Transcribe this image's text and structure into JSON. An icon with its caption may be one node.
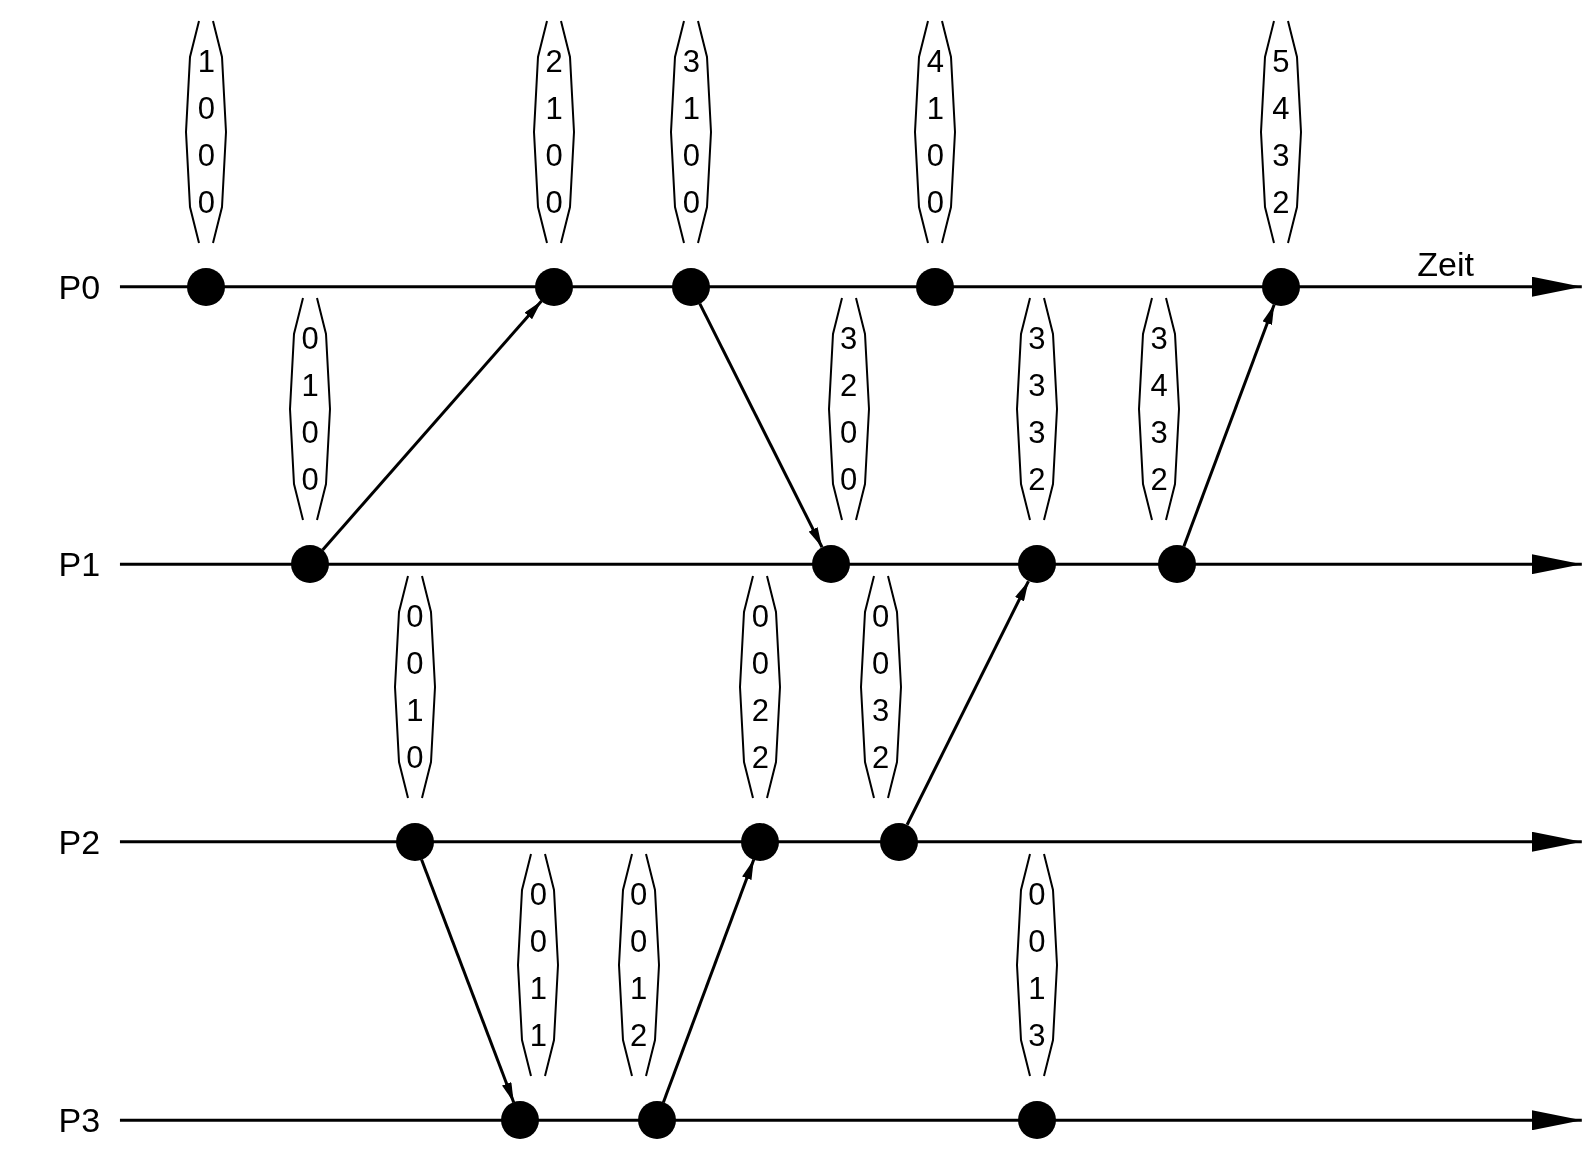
{
  "diagram": {
    "nodes": [
      {
        "text": [
          "1 0 0 0"
        ]
      },
      {
        "text": [],
        "shape": "circle"
      },
      {
        "text": [
          "2 1 0 0"
        ]
      },
      {
        "text": [],
        "shape": "circle"
      },
      {
        "text": [
          "3 1 0 0"
        ]
      },
      {
        "text": [],
        "shape": "circle"
      },
      {
        "text": [
          "4 1 0 0"
        ]
      },
      {
        "text": [],
        "shape": "circle"
      },
      {
        "text": [
          "5 4 3 2"
        ]
      },
      {
        "text": [],
        "shape": "circle"
      },
      {
        "text": [
          "0 1 0 0"
        ]
      },
      {
        "text": [],
        "shape": "circle"
      },
      {
        "text": [
          "3 2 0 0"
        ]
      },
      {
        "text": [],
        "shape": "circle"
      },
      {
        "text": [
          "3 3 3 2"
        ]
      },
      {
        "text": [],
        "shape": "circle"
      },
      {
        "text": [
          "3 4 3 2"
        ]
      },
      {
        "text": [],
        "shape": "circle"
      },
      {
        "text": [
          "0 0 1 0"
        ]
      },
      {
        "text": [],
        "shape": "circle"
      },
      {
        "text": [
          "0 0 2 2"
        ]
      },
      {
        "text": [],
        "shape": "circle"
      },
      {
        "text": [
          "0 0 3 2"
        ]
      },
      {
        "text": [],
        "shape": "circle"
      },
      {
        "text": [
          "0 0 1 1"
        ]
      },
      {
        "text": [],
        "shape": "circle"
      },
      {
        "text": [
          "0 0 1 2"
        ]
      },
      {
        "text": [],
        "shape": "circle"
      },
      {
        "text": [
          "0 0 1 3"
        ]
      },
      {
        "text": [],
        "shape": "circle"
      }
    ],
    "edges": [
      {
        "from": 11,
        "to": 3,
        "arrow": "to"
      },
      {
        "from": 5,
        "to": 13,
        "arrow": "to"
      },
      {
        "from": 23,
        "to": 15,
        "arrow": "to"
      },
      {
        "from": 17,
        "to": 9,
        "arrow": "to"
      },
      {
        "from": 19,
        "to": 25,
        "arrow": "to"
      },
      {
        "from": 27,
        "to": 21,
        "arrow": "to"
      }
    ],
    "labels": [
      "P0",
      "Zeit",
      "P1",
      "P2",
      "P3"
    ]
  }
}
